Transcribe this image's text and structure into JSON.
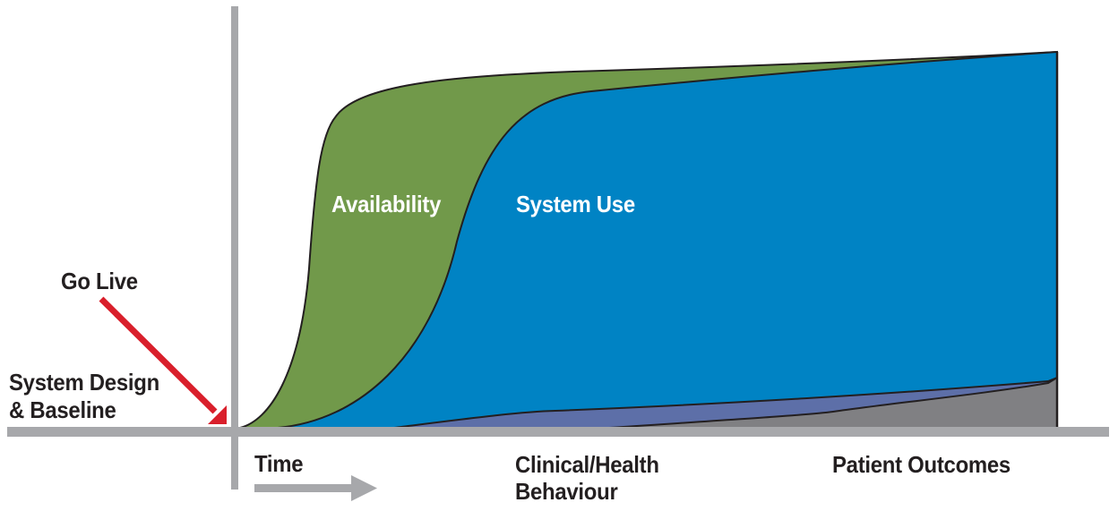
{
  "diagram": {
    "title": "",
    "labels": {
      "go_live": "Go Live",
      "system_design_line1": "System Design",
      "system_design_line2": "& Baseline",
      "availability": "Availability",
      "system_use": "System Use",
      "time": "Time",
      "clinical_line1": "Clinical/Health",
      "clinical_line2": "Behaviour",
      "patient_outcomes": "Patient Outcomes"
    },
    "colors": {
      "availability": "#71994a",
      "system_use": "#0083c4",
      "clinical_behaviour": "#5d6fa8",
      "patient_outcomes": "#808083",
      "axis": "#a7a8ab",
      "go_live_arrow": "#d91f2b",
      "outline": "#231f20",
      "text": "#231f20"
    },
    "layers": [
      {
        "name": "Availability",
        "shape": "steep rise after go-live, then plateau near top"
      },
      {
        "name": "System Use",
        "shape": "S-curve lagging availability, converging at top right"
      },
      {
        "name": "Clinical/Health Behaviour",
        "shape": "thin band, slow gradual rise"
      },
      {
        "name": "Patient Outcomes",
        "shape": "thin wedge, latest and slowest rise"
      }
    ]
  }
}
